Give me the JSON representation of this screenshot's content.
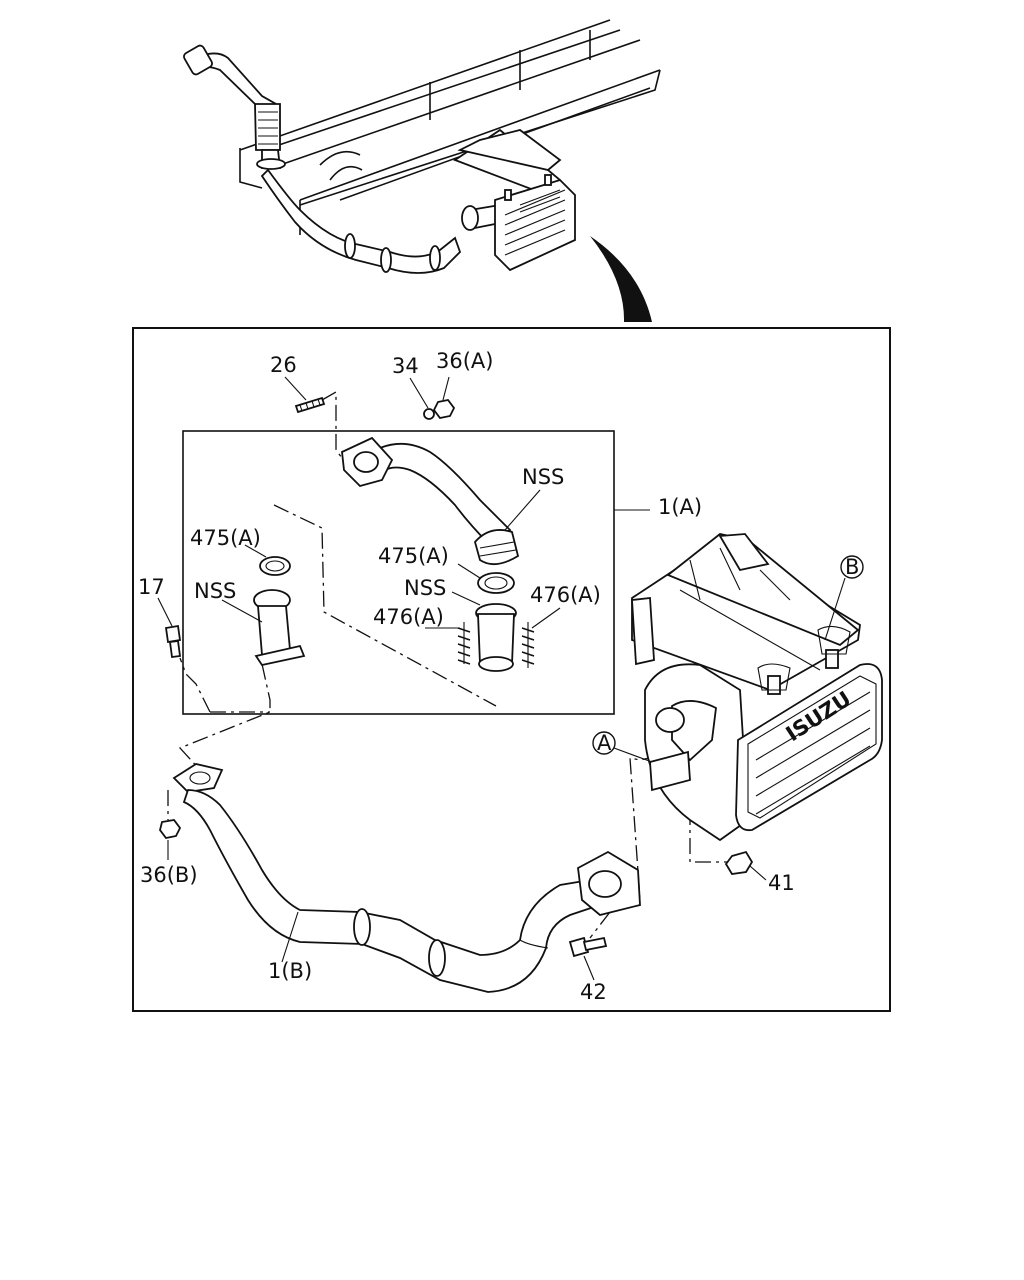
{
  "diagram": {
    "brand_text": "ISUZU",
    "callouts": [
      {
        "id": "callout-26",
        "text": "26"
      },
      {
        "id": "callout-34",
        "text": "34"
      },
      {
        "id": "callout-36a",
        "text": "36(A)"
      },
      {
        "id": "callout-nss-top",
        "text": "NSS"
      },
      {
        "id": "callout-1a",
        "text": "1(A)"
      },
      {
        "id": "callout-475a-left",
        "text": "475(A)"
      },
      {
        "id": "callout-475a-mid",
        "text": "475(A)"
      },
      {
        "id": "callout-nss-mid",
        "text": "NSS"
      },
      {
        "id": "callout-476a-right",
        "text": "476(A)"
      },
      {
        "id": "callout-476a-left",
        "text": "476(A)"
      },
      {
        "id": "callout-17",
        "text": "17"
      },
      {
        "id": "callout-nss-left",
        "text": "NSS"
      },
      {
        "id": "callout-b",
        "text": "B"
      },
      {
        "id": "callout-a",
        "text": "A"
      },
      {
        "id": "callout-36b",
        "text": "36(B)"
      },
      {
        "id": "callout-41",
        "text": "41"
      },
      {
        "id": "callout-1b",
        "text": "1(B)"
      },
      {
        "id": "callout-42",
        "text": "42"
      }
    ]
  }
}
